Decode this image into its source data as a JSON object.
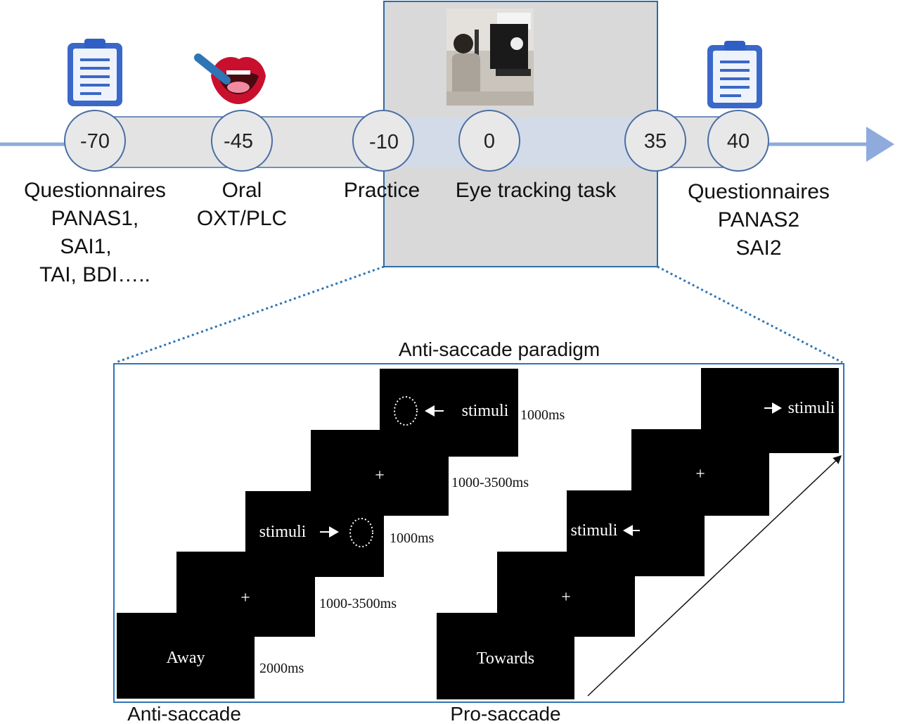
{
  "timeline": {
    "nodes": [
      {
        "label": "-70"
      },
      {
        "label": "-45"
      },
      {
        "label": "-10"
      },
      {
        "label": "0"
      },
      {
        "label": "35"
      },
      {
        "label": "40"
      }
    ],
    "labels": {
      "questionnaires1": [
        "Questionnaires",
        "PANAS1,",
        "SAI1,",
        "TAI, BDI….."
      ],
      "oral": [
        "Oral",
        "OXT/PLC"
      ],
      "practice": "Practice",
      "eye_tracking": "Eye tracking task",
      "questionnaires2": [
        "Questionnaires",
        "PANAS2",
        "SAI2"
      ]
    },
    "icons": {
      "clipboard_left": "clipboard-icon",
      "mouth": "oral-administration-icon",
      "photo": "eye-tracking-participant-photo",
      "clipboard_right": "clipboard-icon"
    },
    "colors": {
      "node_fill": "#e8e8e8",
      "node_stroke": "#4a6fa5",
      "band_fill": "#e3e3e3",
      "highlight_fill": "#d3dbe8",
      "panel_fill": "#d9d9d9",
      "arrow": "#8faadc",
      "clipboard": "#2f5fc4"
    }
  },
  "paradigm": {
    "title": "Anti-saccade paradigm",
    "anti": {
      "caption": "Anti-saccade",
      "screens": [
        {
          "text": "Away",
          "duration": "2000ms"
        },
        {
          "text": "+",
          "duration": "1000-3500ms"
        },
        {
          "text": "stimuli",
          "duration": "1000ms"
        },
        {
          "text": "+",
          "duration": "1000-3500ms"
        },
        {
          "text": "stimuli",
          "duration": "1000ms"
        }
      ]
    },
    "pro": {
      "caption": "Pro-saccade",
      "screens": [
        {
          "text": "Towards"
        },
        {
          "text": "+"
        },
        {
          "text": "stimuli"
        },
        {
          "text": "+"
        },
        {
          "text": "stimuli"
        }
      ]
    }
  }
}
